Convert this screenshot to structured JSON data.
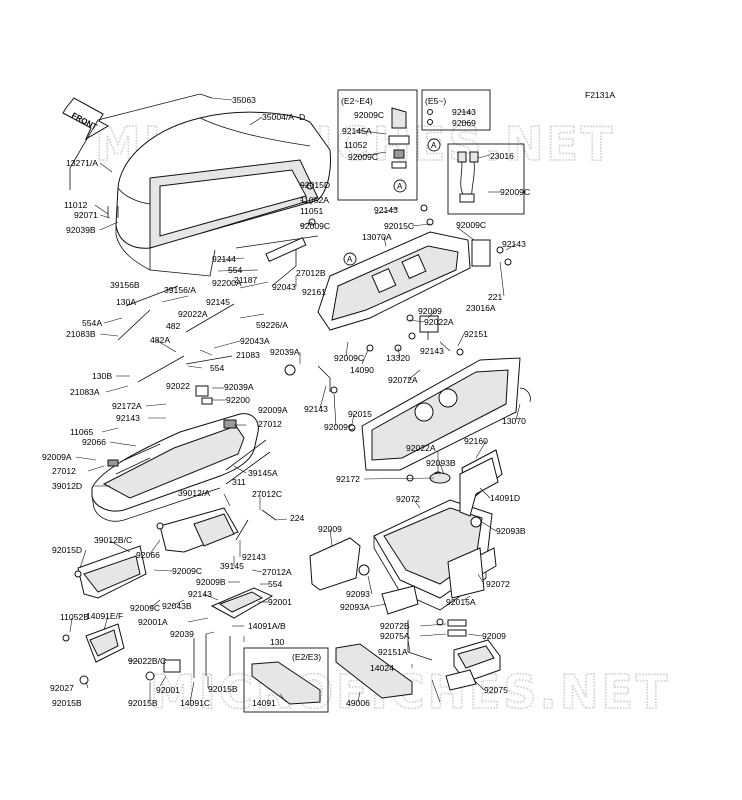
{
  "diagram_code": "F2131A",
  "watermark": "MICROFICHES.NET",
  "front_arrow_label": "FRONT",
  "callouts": [
    "A",
    "A",
    "A",
    "A"
  ],
  "inset_boxes": {
    "e2_e4": "(E2~E4)",
    "e5": "(E5~)",
    "e2_e3": "(E2/E3)"
  },
  "parts": [
    "35063",
    "35004/A~D",
    "13271/A",
    "11012",
    "92071",
    "92039B",
    "92015D",
    "11052A",
    "11051",
    "92009C",
    "39156B",
    "92144",
    "554",
    "27012B",
    "92200A",
    "92043",
    "92161",
    "39156/A",
    "92145",
    "130A",
    "21187",
    "92022A",
    "554A",
    "482",
    "21083B",
    "59226/A",
    "482A",
    "92043A",
    "21083",
    "130B",
    "554",
    "92039A",
    "21083A",
    "92022",
    "92039A",
    "92200",
    "92172A",
    "92009A",
    "92143",
    "27012",
    "11065",
    "92066",
    "92009A",
    "27012",
    "39012D",
    "39145A",
    "39012/A",
    "311",
    "27012C",
    "224",
    "39012B/C",
    "92015D",
    "92066",
    "92009C",
    "92143",
    "39145",
    "92009B",
    "27012A",
    "554",
    "92143",
    "92009C",
    "92043B",
    "92001A",
    "92039",
    "14091A/B",
    "130",
    "11052B",
    "14091E/F",
    "92001",
    "92022B/C",
    "92027",
    "92001",
    "92015B",
    "92015B",
    "92015B",
    "14091C",
    "14091",
    "49006",
    "92009C",
    "92145A",
    "11052",
    "92009C",
    "92143",
    "92069",
    "23016",
    "92009C",
    "92143",
    "92015C",
    "13070A",
    "92009C",
    "92143",
    "221",
    "23016A",
    "92009",
    "92022A",
    "92151",
    "13320",
    "92143",
    "92009C",
    "14090",
    "92072A",
    "13070",
    "92143",
    "92009C",
    "92015",
    "92022A",
    "92093B",
    "92160",
    "92172",
    "14091D",
    "92072",
    "92093B",
    "92009",
    "92072",
    "92093",
    "92093A",
    "92015A",
    "92072B",
    "92075A",
    "92009",
    "92151A",
    "14024",
    "92075"
  ]
}
